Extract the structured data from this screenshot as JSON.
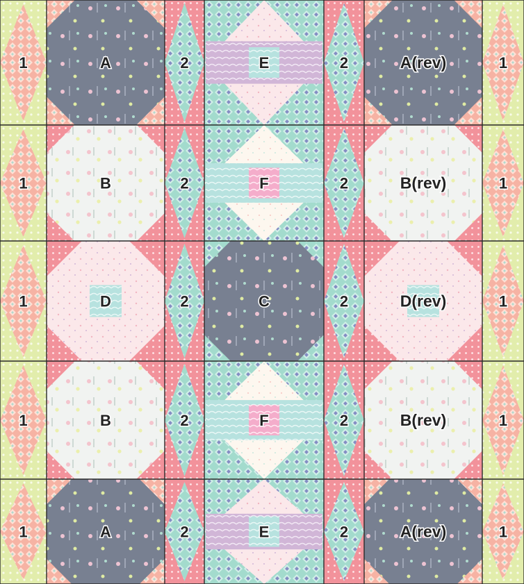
{
  "quilt": {
    "colors": {
      "lime": "#dce99a",
      "lime_dot": "#f7fbe4",
      "coral": "#f4a390",
      "coral_dot": "#ffe6da",
      "pink": "#f07a85",
      "pink_dot": "#ffe2e6",
      "mint": "#8fd3c3",
      "mint_dark": "#6cc0ad",
      "slate": "#5b6479",
      "slate_light": "#8a93a6",
      "blush": "#fbe3e6",
      "cream": "#fdf6ec",
      "light_green": "#dceee3",
      "lavender": "#c7a7cf",
      "aqua": "#a8dcd8",
      "grid": "#2a2a2a"
    },
    "rows": [
      {
        "cells": [
          "1",
          "A",
          "2",
          "E",
          "2",
          "A(rev)",
          "1"
        ],
        "variants": [
          "s1",
          "A",
          "s2",
          "E",
          "s2",
          "A",
          "s1"
        ]
      },
      {
        "cells": [
          "1",
          "B",
          "2",
          "F",
          "2",
          "B(rev)",
          "1"
        ],
        "variants": [
          "s1",
          "B",
          "s2",
          "F",
          "s2",
          "B",
          "s1"
        ]
      },
      {
        "cells": [
          "1",
          "D",
          "2",
          "C",
          "2",
          "D(rev)",
          "1"
        ],
        "variants": [
          "s1",
          "D",
          "s2",
          "C",
          "s2",
          "D",
          "s1"
        ]
      },
      {
        "cells": [
          "1",
          "B",
          "2",
          "F",
          "2",
          "B(rev)",
          "1"
        ],
        "variants": [
          "s1",
          "B",
          "s2",
          "F",
          "s2",
          "B",
          "s1"
        ]
      },
      {
        "cells": [
          "1",
          "A",
          "2",
          "E",
          "2",
          "A(rev)",
          "1"
        ],
        "variants": [
          "s1",
          "A",
          "s2",
          "E",
          "s2",
          "A",
          "s1"
        ]
      }
    ]
  }
}
